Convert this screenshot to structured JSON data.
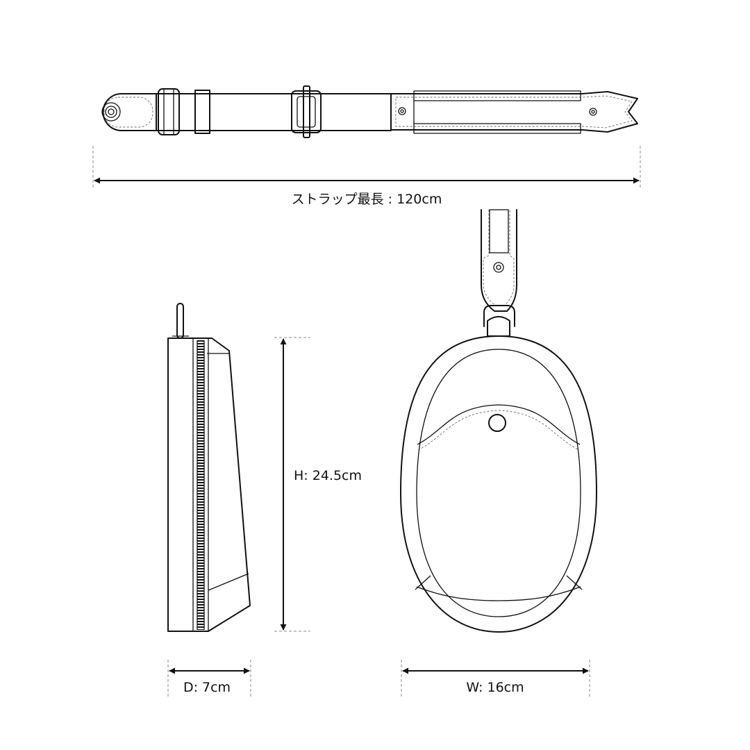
{
  "dimensions": {
    "strap": "ストラップ最長 : 120cm",
    "height": "H: 24.5cm",
    "depth": "D: 7cm",
    "width": "W: 16cm"
  },
  "colors": {
    "line": "#111111",
    "guide": "#8a8a8a",
    "stitch": "#666666",
    "background": "#ffffff"
  }
}
